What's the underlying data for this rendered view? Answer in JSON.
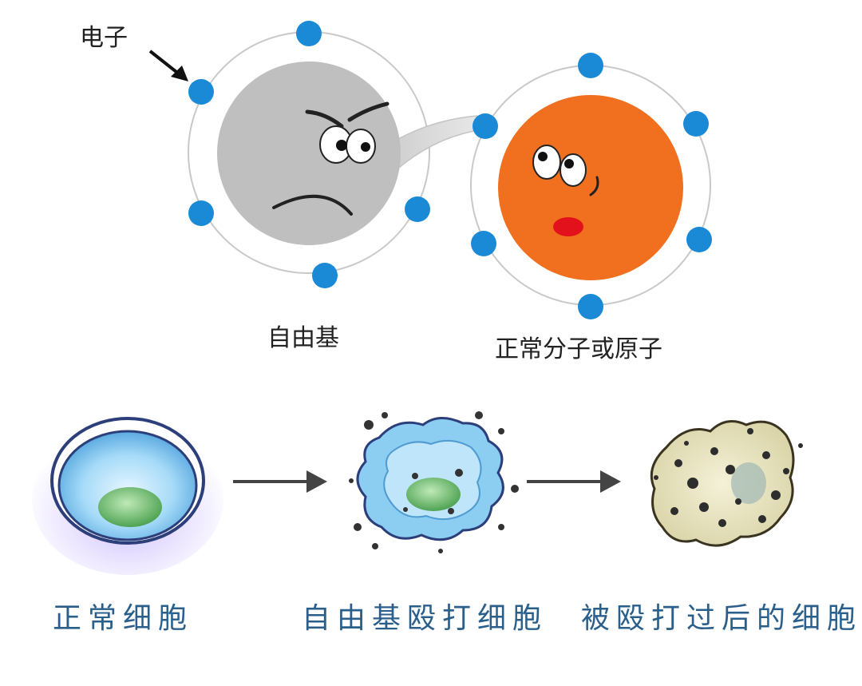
{
  "labels": {
    "electron": "电子",
    "free_radical": "自由基",
    "normal_molecule": "正常分子或原子",
    "normal_cell": "正常细胞",
    "attacking_cell": "自由基殴打细胞",
    "damaged_cell": "被殴打过后的细胞"
  },
  "colors": {
    "electron": "#1a8ad6",
    "free_radical": "#bdbdbd",
    "normal_atom": "#f0701f",
    "cell_blue": "#79c3ee",
    "nucleus_green": "#6cbf6e",
    "label_blue": "#2a5f8c"
  }
}
